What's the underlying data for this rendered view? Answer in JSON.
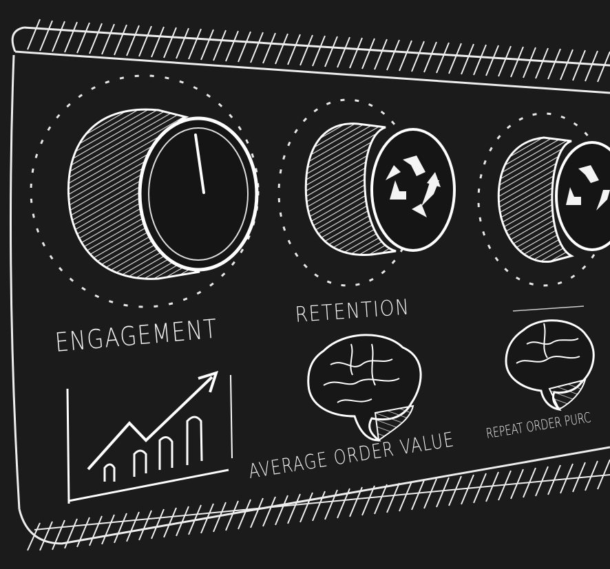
{
  "labels": {
    "engagement": "ENGAGEMENT",
    "retention": "RETENTION",
    "average_order_value": "AVERAGE ORDER VALUE",
    "repeat_order": "REPEAT ORDER PURC"
  },
  "icons": [
    "dial-knob-icon",
    "recycle-icon",
    "brain-icon",
    "growth-chart-icon"
  ],
  "colors": {
    "background": "#1b1b1b",
    "chalk": "#f2f2f2"
  }
}
